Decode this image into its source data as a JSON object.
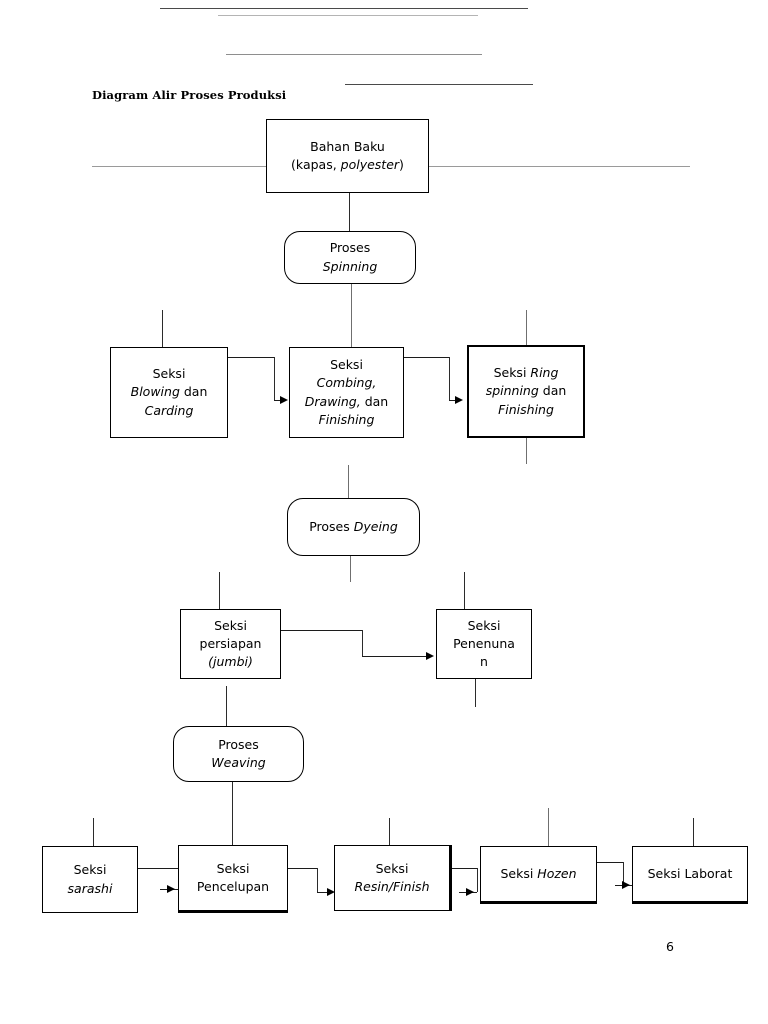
{
  "document": {
    "title": "Diagram Alir Proses Produksi",
    "page_number": "6"
  },
  "nodes": {
    "bahan_baku": {
      "line1": "Bahan Baku",
      "line2_pre": "(kapas, ",
      "line2_em": "polyester",
      "line2_post": ")"
    },
    "proses_spinning": {
      "line1": "Proses",
      "line2_em": "Spinning"
    },
    "seksi_blowing": {
      "line1": "Seksi",
      "line2_em": "Blowing",
      "line2_post": " dan",
      "line3_em": "Carding"
    },
    "seksi_combing": {
      "line1": "Seksi",
      "line2_em": "Combing,",
      "line3_em": "Drawing,",
      "line3_post": " dan",
      "line4_em": "Finishing"
    },
    "seksi_ring_spinning": {
      "line1_pre": "Seksi ",
      "line1_em": "Ring",
      "line2_em": "spinning",
      "line2_post": " dan",
      "line3_em": "Finishing"
    },
    "proses_dyeing": {
      "line1_pre": "Proses ",
      "line1_em": "Dyeing"
    },
    "seksi_persiapan": {
      "line1": "Seksi",
      "line2": "persiapan",
      "line3_em": "(jumbi)"
    },
    "seksi_penenunan": {
      "line1": "Seksi",
      "line2": "Penenuna",
      "line3": "n"
    },
    "proses_weaving": {
      "line1": "Proses",
      "line2_em": "Weaving"
    },
    "seksi_sarashi": {
      "line1": "Seksi",
      "line2_em": "sarashi"
    },
    "seksi_pencelupan": {
      "line1": "Seksi",
      "line2": "Pencelupan"
    },
    "seksi_resin_finish": {
      "line1": "Seksi",
      "line2_em": "Resin/Finish"
    },
    "seksi_hozen": {
      "line1_pre": "Seksi ",
      "line1_em": "Hozen"
    },
    "seksi_laborat": {
      "line1": "Seksi Laborat"
    }
  },
  "colors": {
    "ink": "#000000",
    "paper": "#ffffff",
    "connector": "#2b2b2b",
    "artifact": "#9a9a9a"
  }
}
